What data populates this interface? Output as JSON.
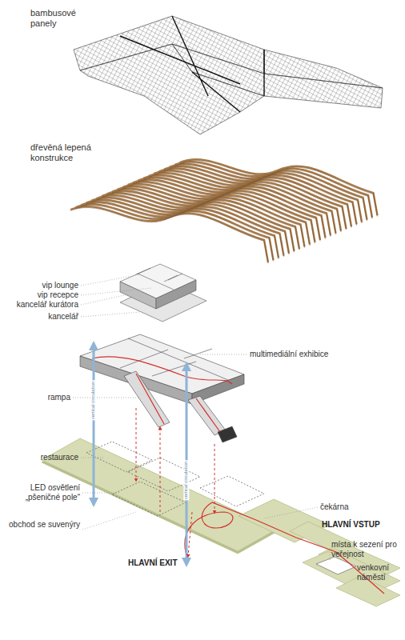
{
  "diagram": {
    "labels": [
      "bambusové panely",
      "dřevěná lepená konstrukce",
      "vip lounge",
      "vip recepce",
      "kancelář kurátora",
      "kancelář",
      "multimediální exhibice",
      "rampa",
      "restaurace",
      "LED osvětlení „pšeničné pole“",
      "obchod se suvenýry",
      "čekárna",
      "HLAVNÍ VSTUP",
      "místa k sezení pro veřejnost",
      "venkovní náměstí",
      "HLAVNÍ EXIT",
      "vertical circulation",
      "vertical circulation"
    ]
  }
}
